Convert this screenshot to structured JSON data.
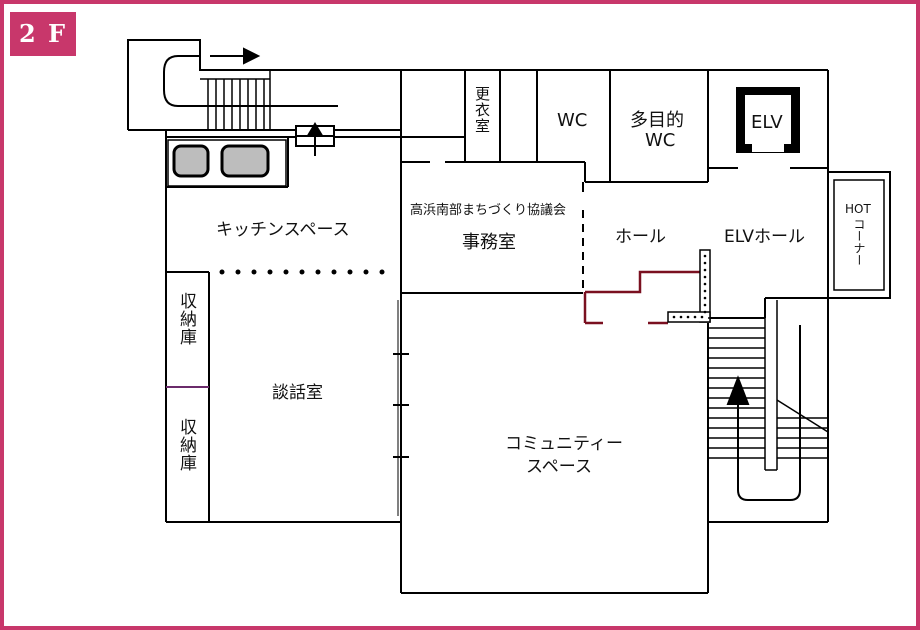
{
  "floor": {
    "label": "2 F"
  },
  "rooms": {
    "kitchen": "キッチンスペース",
    "storage_upper": "収納庫",
    "storage_lower": "収納庫",
    "lounge": "談話室",
    "council_name": "高浜南部まちづくり協議会",
    "office": "事務室",
    "changing_room": "更衣室",
    "wc": "WC",
    "multi_wc_line1": "多目的",
    "multi_wc_line2": "WC",
    "elv": "ELV",
    "hall": "ホール",
    "elv_hall": "ELVホール",
    "hot_corner_line1": "HOT",
    "hot_corner_line2": "コーナー",
    "community_line1": "コミュニティー",
    "community_line2": "スペース"
  },
  "colors": {
    "accent": "#c8376b",
    "wall": "#000000",
    "partition": "#7a1020",
    "divider": "#6b2b6b"
  }
}
